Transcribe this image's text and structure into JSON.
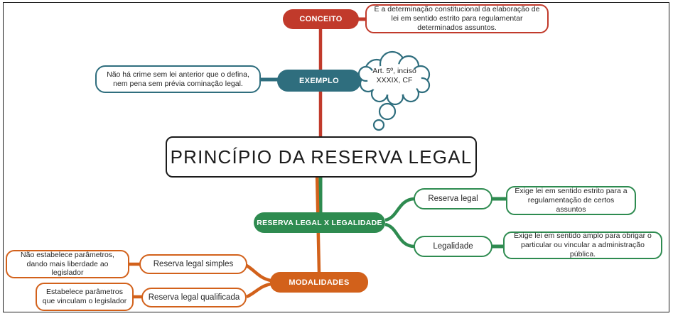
{
  "colors": {
    "conceito": "#c13a2b",
    "exemplo": "#2f6e7e",
    "comparacao": "#2e8b50",
    "modalidades": "#d2611b",
    "central_border": "#1b1b1b"
  },
  "central": {
    "title": "PRINCÍPIO DA RESERVA LEGAL"
  },
  "conceito": {
    "label": "CONCEITO",
    "description": "É a determinação constitucional da elaboração de lei em sentido estrito para regulamentar determinados assuntos."
  },
  "exemplo": {
    "label": "EXEMPLO",
    "note": "Não há crime sem lei anterior que o defina, nem pena sem prévia cominação legal.",
    "thought": "Art. 5º, inciso XXXIX, CF"
  },
  "comparacao": {
    "label": "RESERVA LEGAL X LEGALIDADE",
    "items": [
      {
        "term": "Reserva legal",
        "description": "Exige lei em sentido estrito para a regulamentação de certos assuntos"
      },
      {
        "term": "Legalidade",
        "description": "Exige lei em sentido amplo para obrigar o particular ou vincular a administração pública."
      }
    ]
  },
  "modalidades": {
    "label": "MODALIDADES",
    "items": [
      {
        "term": "Reserva legal simples",
        "description": "Não estabelece parâmetros, dando mais liberdade ao legislador"
      },
      {
        "term": "Reserva legal qualificada",
        "description": "Estabelece parâmetros que vinculam o legislador"
      }
    ]
  }
}
